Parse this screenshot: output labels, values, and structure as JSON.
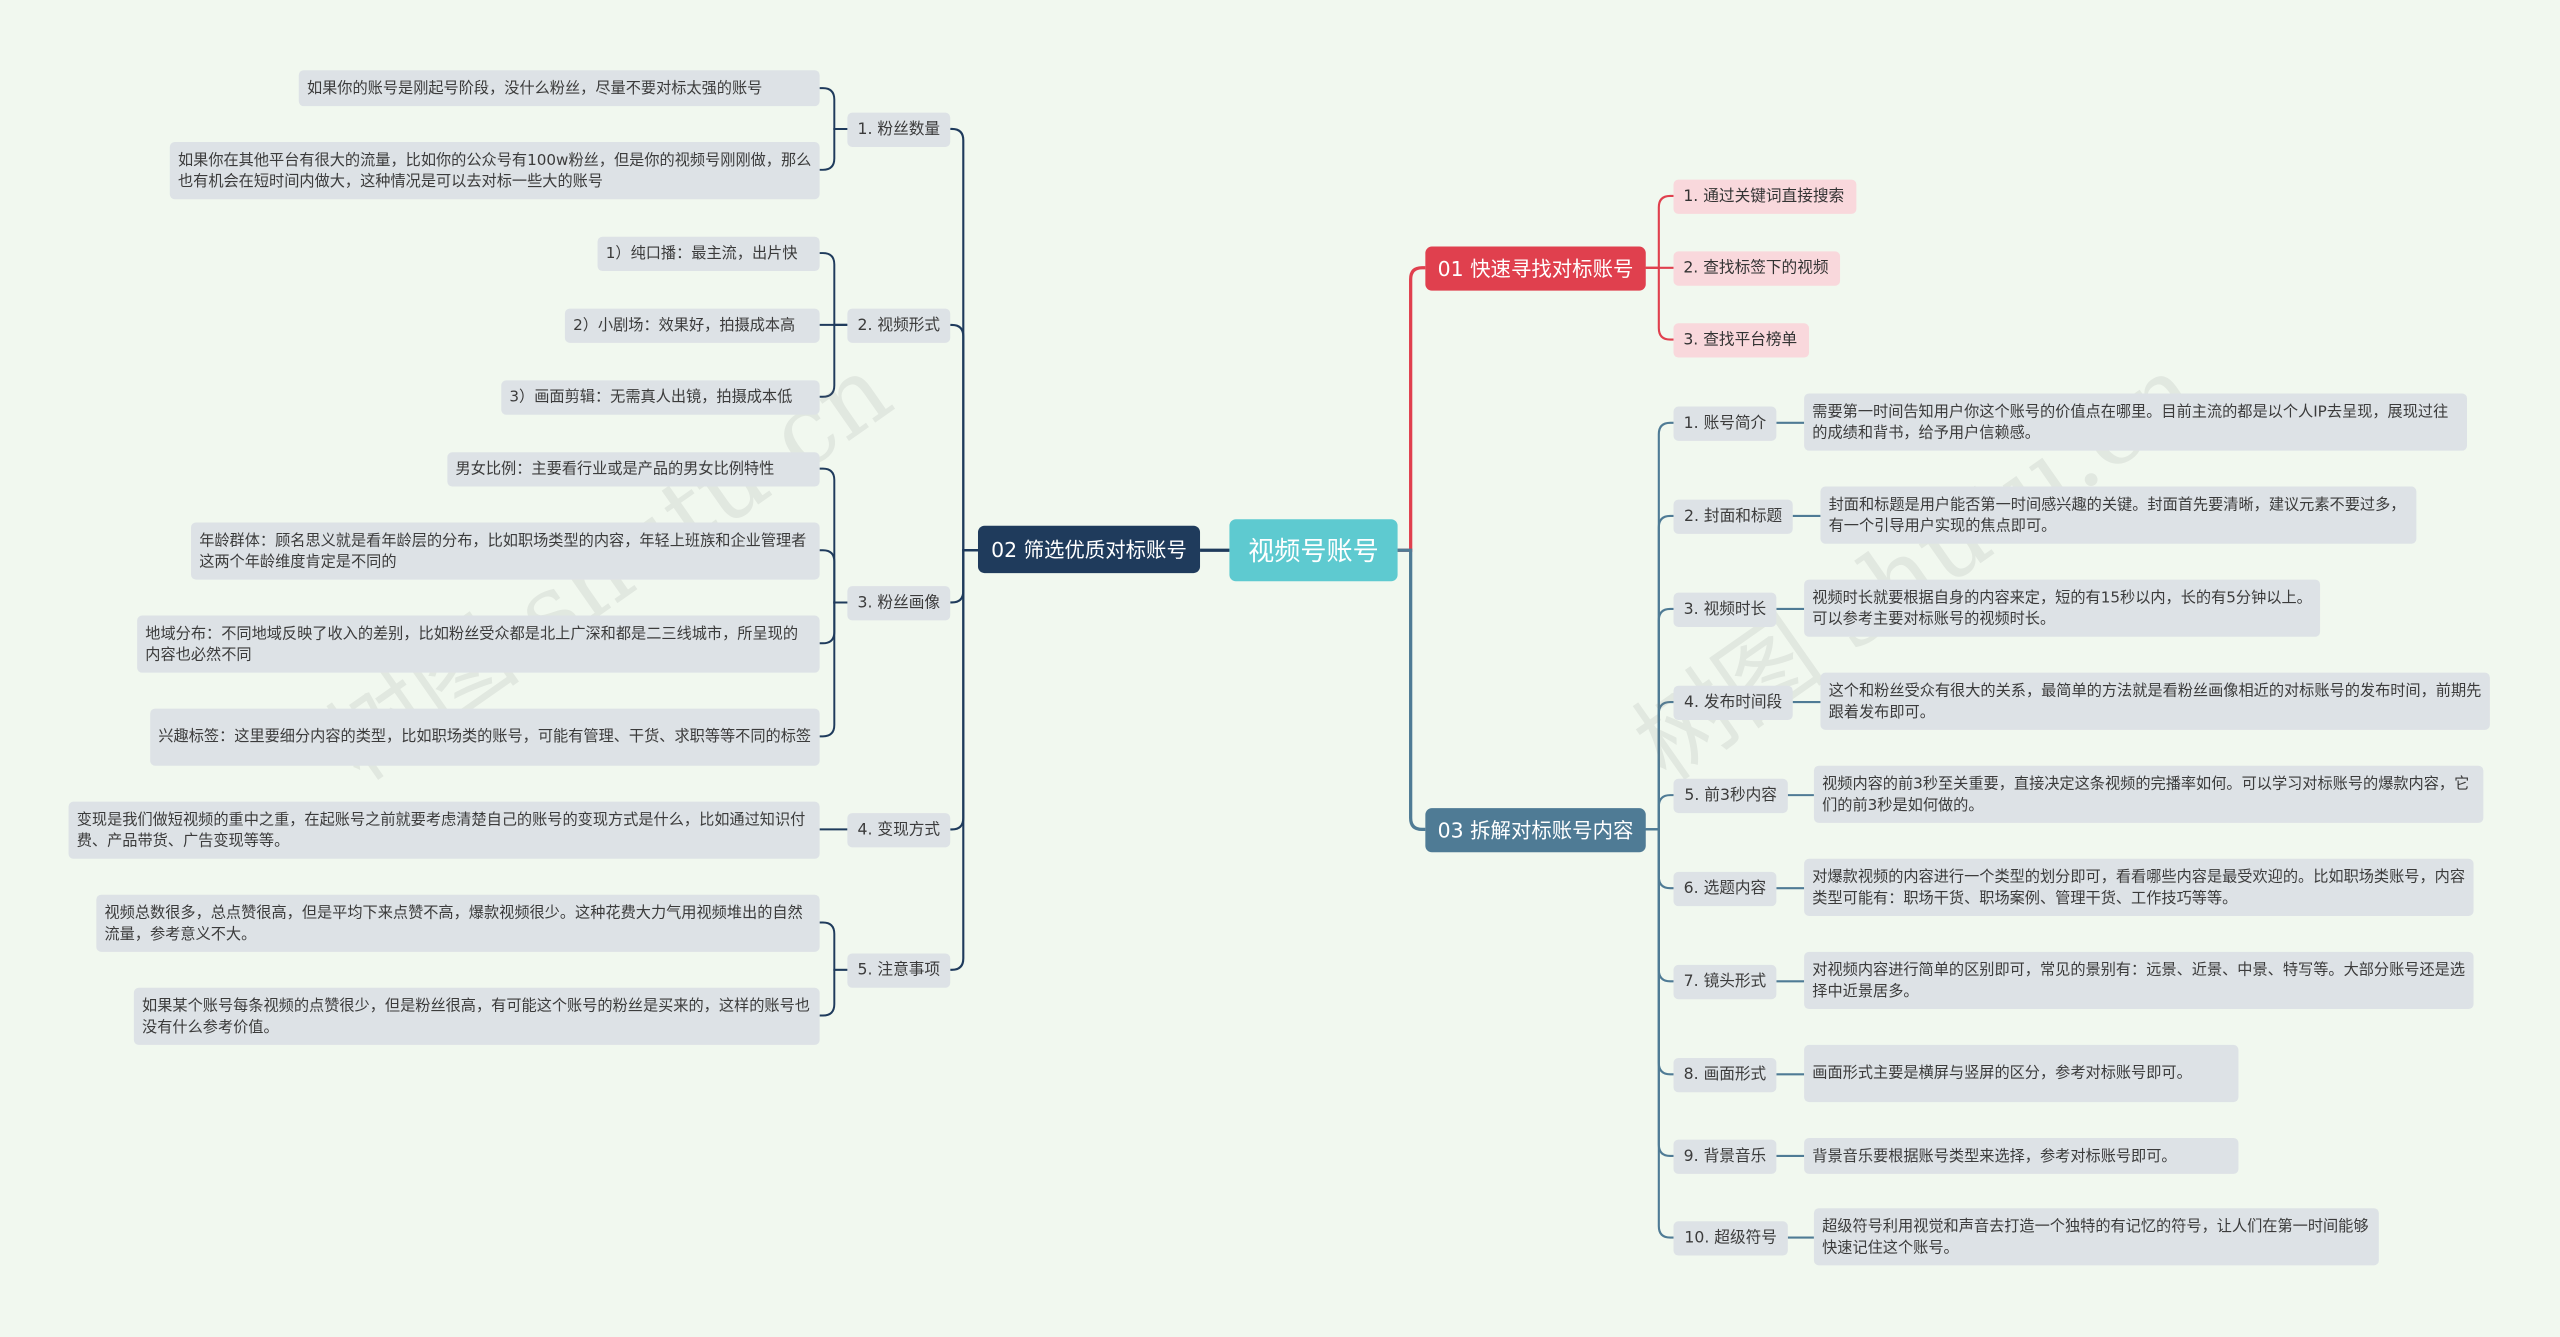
{
  "watermark": "树图 shutu.cn",
  "colors": {
    "background": "#f1f8ef",
    "center": "#5ecad0",
    "branch01": "#e0404e",
    "branch02": "#1f3b5c",
    "branch03": "#4f7b95",
    "line_left": "#1f3b5c",
    "line_right_top": "#e0404e",
    "line_right_bottom": "#4f7b95",
    "leaf": "#dde2e6",
    "pink_leaf": "#f9d8dc"
  },
  "center": "视频号账号",
  "branch01": {
    "title": "01 快速寻找对标账号",
    "items": [
      "1. 通过关键词直接搜索",
      "2. 查找标签下的视频",
      "3. 查找平台榜单"
    ]
  },
  "branch02": {
    "title": "02 筛选优质对标账号",
    "subs": [
      {
        "label": "1. 粉丝数量",
        "leaves": [
          "如果你的账号是刚起号阶段，没什么粉丝，尽量不要对标太强的账号",
          "如果你在其他平台有很大的流量，比如你的公众号有100w粉丝，但是你的视频号刚刚做，那么也有机会在短时间内做大，这种情况是可以去对标一些大的账号"
        ]
      },
      {
        "label": "2. 视频形式",
        "leaves": [
          "1）纯口播：最主流，出片快",
          "2）小剧场：效果好，拍摄成本高",
          "3）画面剪辑：无需真人出镜，拍摄成本低"
        ]
      },
      {
        "label": "3. 粉丝画像",
        "leaves": [
          "男女比例：主要看行业或是产品的男女比例特性",
          "年龄群体：顾名思义就是看年龄层的分布，比如职场类型的内容，年轻上班族和企业管理者这两个年龄维度肯定是不同的",
          "地域分布：不同地域反映了收入的差别，比如粉丝受众都是北上广深和都是二三线城市，所呈现的内容也必然不同",
          "兴趣标签：这里要细分内容的类型，比如职场类的账号，可能有管理、干货、求职等等不同的标签"
        ]
      },
      {
        "label": "4. 变现方式",
        "leaves": [
          "变现是我们做短视频的重中之重，在起账号之前就要考虑清楚自己的账号的变现方式是什么，比如通过知识付费、产品带货、广告变现等等。"
        ]
      },
      {
        "label": "5. 注意事项",
        "leaves": [
          "视频总数很多，总点赞很高，但是平均下来点赞不高，爆款视频很少。这种花费大力气用视频堆出的自然流量，参考意义不大。",
          "如果某个账号每条视频的点赞很少，但是粉丝很高，有可能这个账号的粉丝是买来的，这样的账号也没有什么参考价值。"
        ]
      }
    ]
  },
  "branch03": {
    "title": "03 拆解对标账号内容",
    "subs": [
      {
        "label": "1. 账号简介",
        "leaf": "需要第一时间告知用户你这个账号的价值点在哪里。目前主流的都是以个人IP去呈现，展现过往的成绩和背书，给予用户信赖感。"
      },
      {
        "label": "2. 封面和标题",
        "leaf": "封面和标题是用户能否第一时间感兴趣的关键。封面首先要清晰，建议元素不要过多，有一个引导用户实现的焦点即可。"
      },
      {
        "label": "3. 视频时长",
        "leaf": "视频时长就要根据自身的内容来定，短的有15秒以内，长的有5分钟以上。可以参考主要对标账号的视频时长。"
      },
      {
        "label": "4. 发布时间段",
        "leaf": "这个和粉丝受众有很大的关系，最简单的方法就是看粉丝画像相近的对标账号的发布时间，前期先跟着发布即可。"
      },
      {
        "label": "5. 前3秒内容",
        "leaf": "视频内容的前3秒至关重要，直接决定这条视频的完播率如何。可以学习对标账号的爆款内容，它们的前3秒是如何做的。"
      },
      {
        "label": "6. 选题内容",
        "leaf": "对爆款视频的内容进行一个类型的划分即可，看看哪些内容是最受欢迎的。比如职场类账号，内容类型可能有：职场干货、职场案例、管理干货、工作技巧等等。"
      },
      {
        "label": "7. 镜头形式",
        "leaf": "对视频内容进行简单的区别即可，常见的景别有：远景、近景、中景、特写等。大部分账号还是选择中近景居多。"
      },
      {
        "label": "8. 画面形式",
        "leaf": "画面形式主要是横屏与竖屏的区分，参考对标账号即可。"
      },
      {
        "label": "9. 背景音乐",
        "leaf": "背景音乐要根据账号类型来选择，参考对标账号即可。"
      },
      {
        "label": "10. 超级符号",
        "leaf": "超级符号利用视觉和声音去打造一个独特的有记忆的符号，让人们在第一时间能够快速记住这个账号。"
      }
    ]
  }
}
